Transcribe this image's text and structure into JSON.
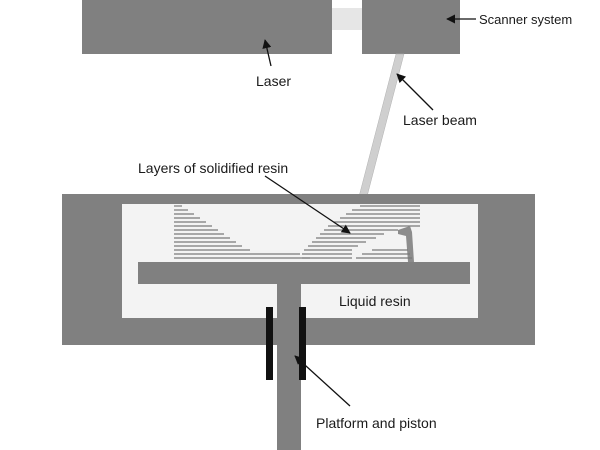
{
  "labels": {
    "scanner_system": "Scanner system",
    "laser": "Laser",
    "laser_beam": "Laser beam",
    "layers_of_solidified_resin": "Layers of solidified resin",
    "liquid_resin": "Liquid resin",
    "platform_and_piston": "Platform and piston"
  },
  "colors": {
    "machine_gray": "#808080",
    "resin_light": "#f2f2f2",
    "layer_gray": "#8c8c8c",
    "beam_gray": "#cccccc",
    "seal_black": "#111111",
    "arrow": "#111111"
  }
}
